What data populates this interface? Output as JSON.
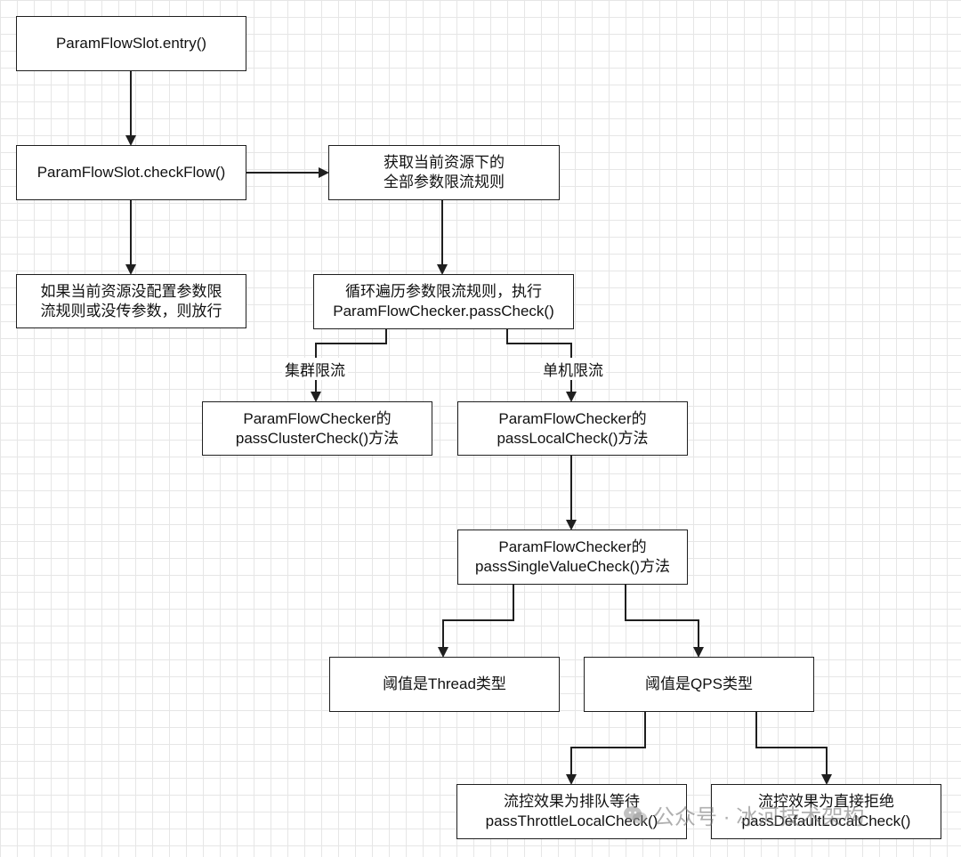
{
  "nodes": {
    "entry": [
      "ParamFlowSlot.entry()"
    ],
    "check_flow": [
      "ParamFlowSlot.checkFlow()"
    ],
    "get_rules": [
      "获取当前资源下的",
      "全部参数限流规则"
    ],
    "no_rules": [
      "如果当前资源没配置参数限",
      "流规则或没传参数，则放行"
    ],
    "loop_rules": [
      "循环遍历参数限流规则，执行",
      "ParamFlowChecker.passCheck()"
    ],
    "cluster_check": [
      "ParamFlowChecker的",
      "passClusterCheck()方法"
    ],
    "local_check": [
      "ParamFlowChecker的",
      "passLocalCheck()方法"
    ],
    "single_value_check": [
      "ParamFlowChecker的",
      "passSingleValueCheck()方法"
    ],
    "thread_type": [
      "阈值是Thread类型"
    ],
    "qps_type": [
      "阈值是QPS类型"
    ],
    "throttle_check": [
      "流控效果为排队等待",
      "passThrottleLocalCheck()"
    ],
    "default_check": [
      "流控效果为直接拒绝",
      "passDefaultLocalCheck()"
    ]
  },
  "edge_labels": {
    "cluster": "集群限流",
    "local": "单机限流"
  },
  "watermark": {
    "text": "公众号 · 冰河技术架构",
    "icon": "wechat-logo-icon"
  },
  "colors": {
    "stroke": "#1f1f1f",
    "grid": "#e6e6e6"
  }
}
